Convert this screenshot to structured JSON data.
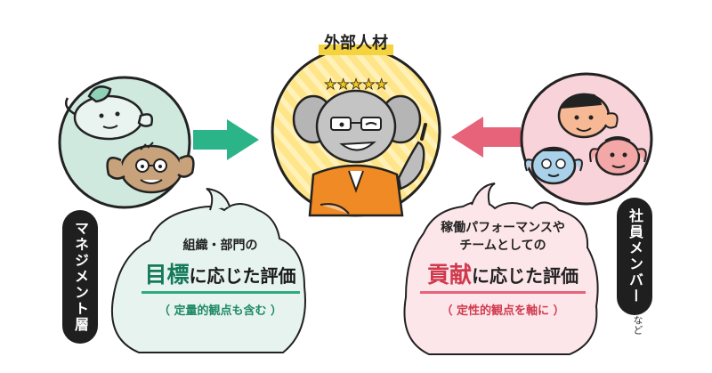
{
  "center": {
    "title": "外部人材",
    "stars": "★★★★★"
  },
  "left": {
    "label": "マネジメント層",
    "line1": "組織・部門の",
    "emph": "目標",
    "rest": "に応じた評価",
    "note": "（ 定量的観点も含む ）"
  },
  "right": {
    "label": "社員メンバー",
    "sub": "など",
    "line1a": "稼働パフォーマンスや",
    "line1b": "チームとしての",
    "emph": "貢献",
    "rest": "に応じた評価",
    "note": "（ 定性的観点を軸に ）"
  },
  "colors": {
    "green_circle": "#cfe9df",
    "green_arrow": "#2cb489",
    "pink_circle": "#f9d3da",
    "pink_arrow": "#e6637a",
    "yellow_circle": "#ffe58a",
    "orange_jacket": "#f08a24"
  }
}
